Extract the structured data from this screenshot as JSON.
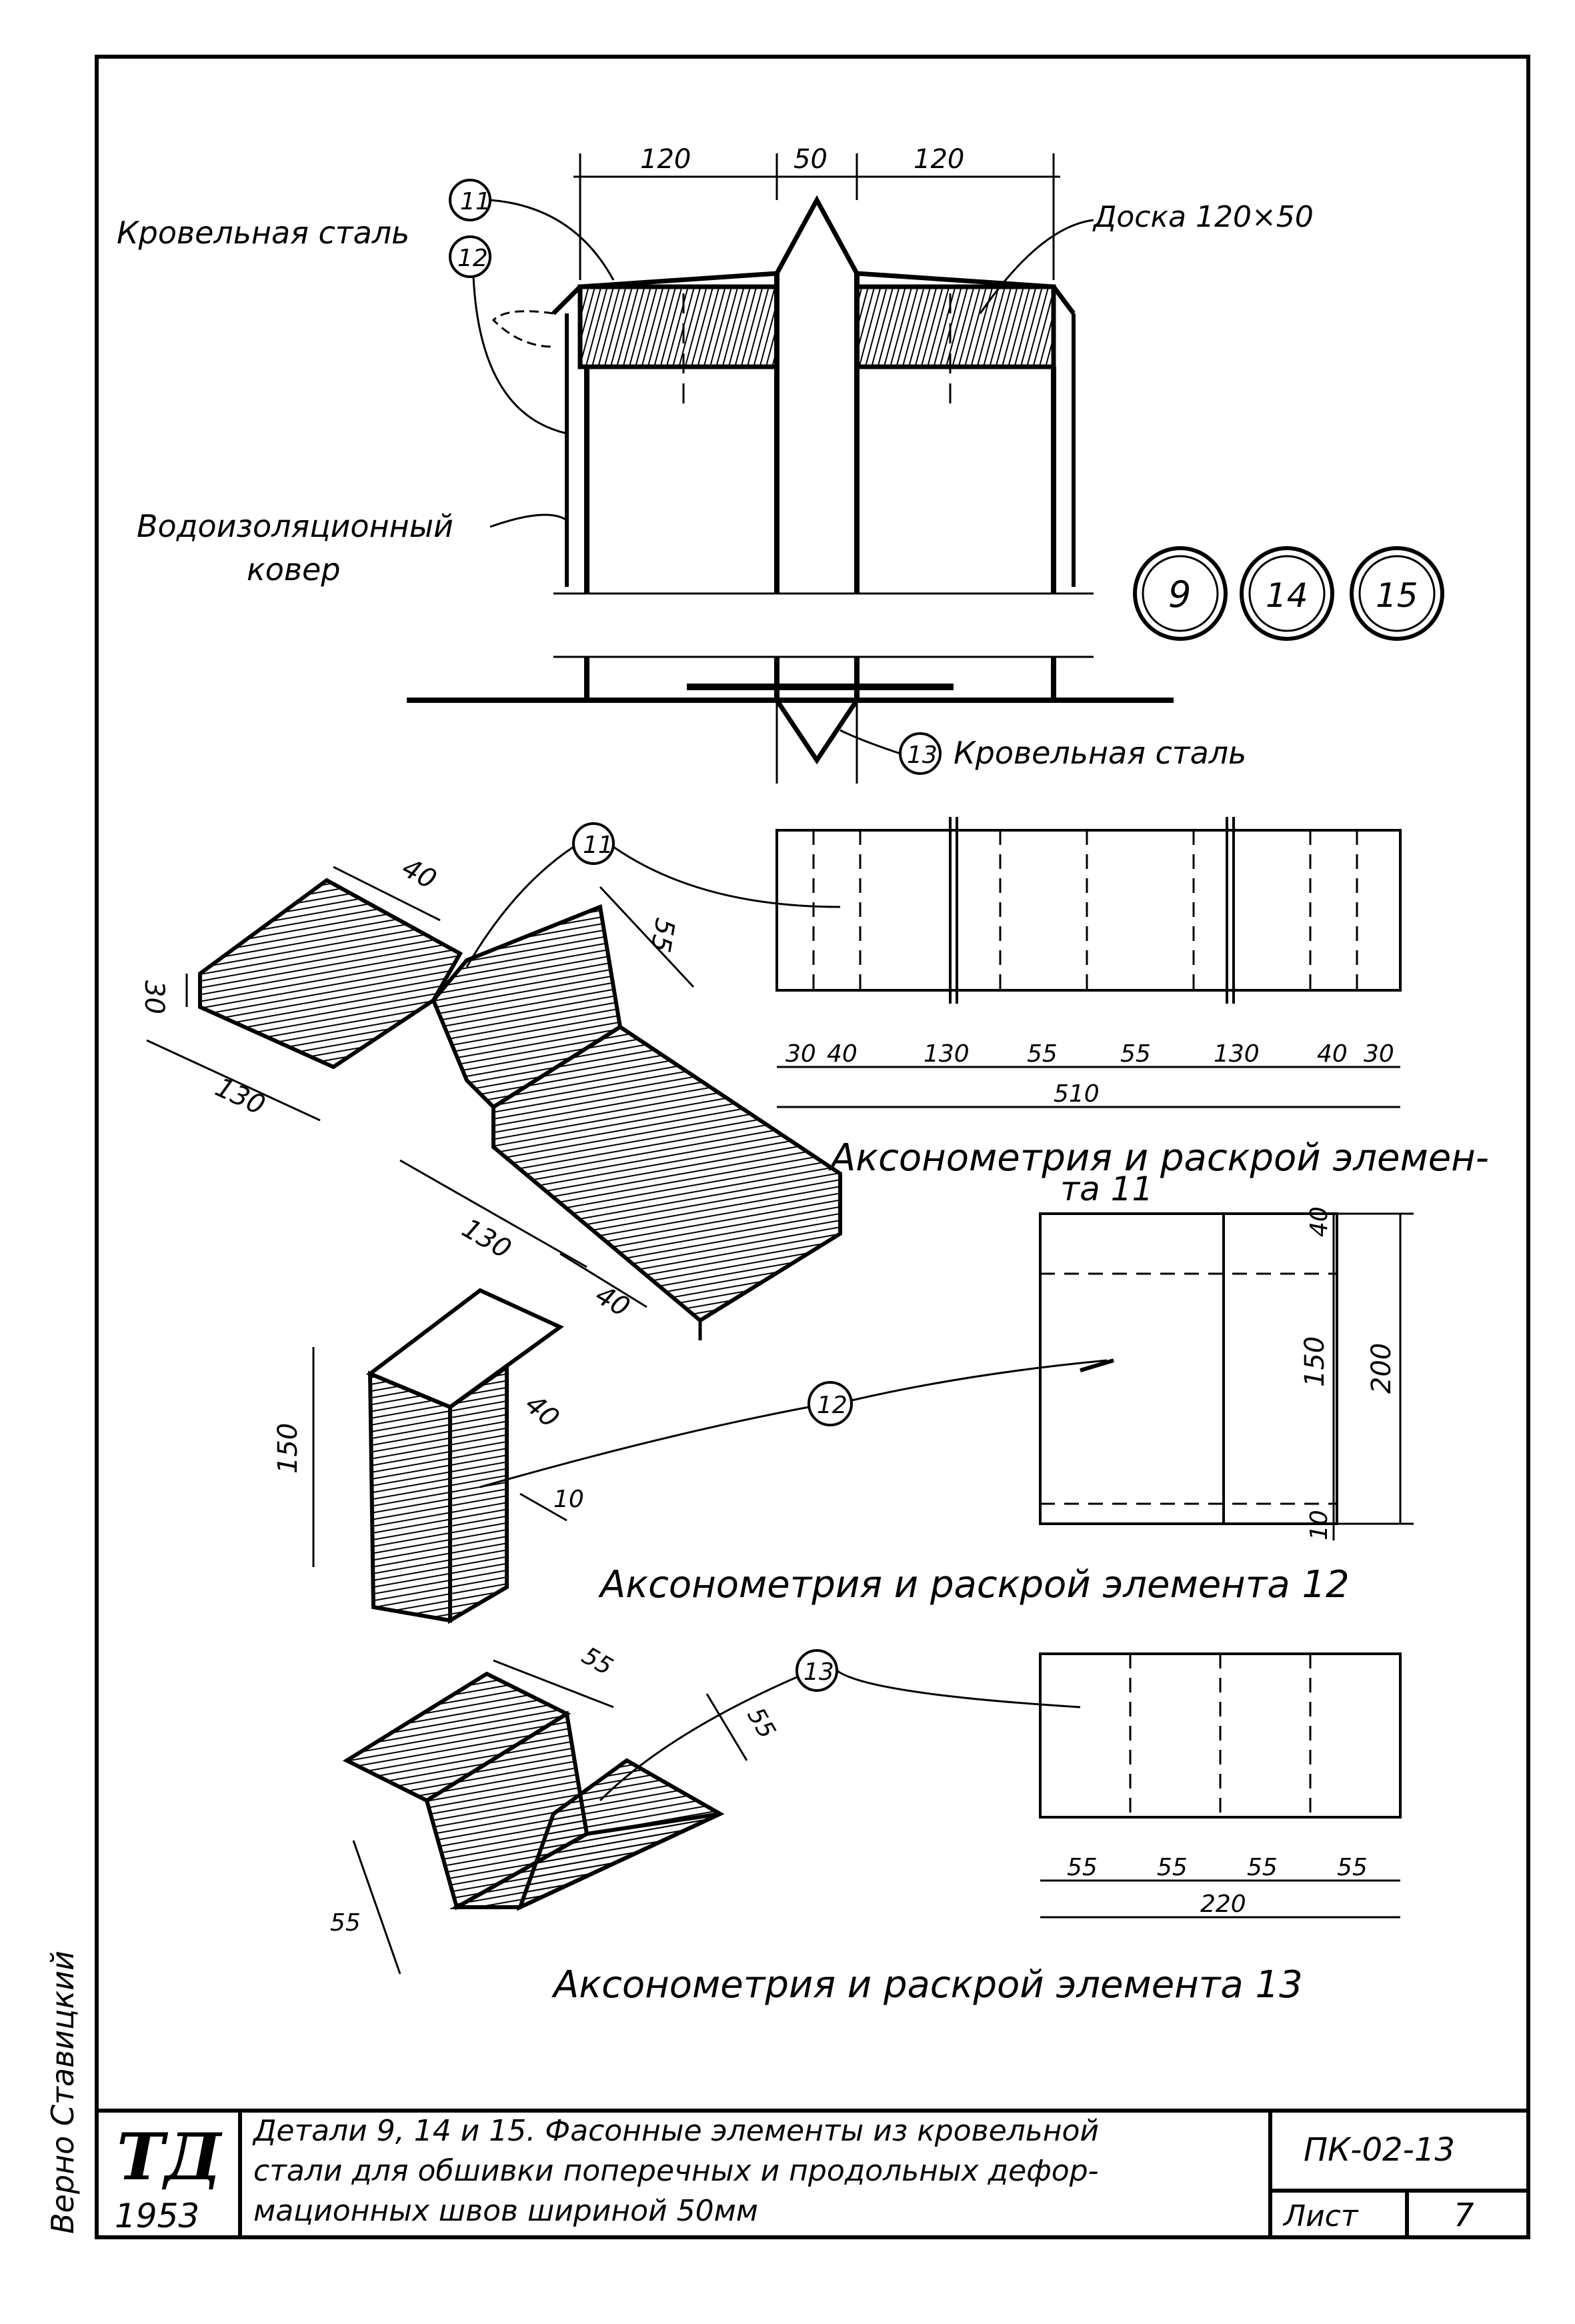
{
  "top_section": {
    "dim_left": "120",
    "dim_mid": "50",
    "dim_right": "120",
    "label_roof_steel": "Кровельная сталь",
    "label_board": "Доска 120×50",
    "label_waterproof_1": "Водоизоляционный",
    "label_waterproof_2": "ковер",
    "callout_11": "11",
    "callout_12": "12",
    "callout_13": "13",
    "label_roof_steel_13": "Кровельная сталь",
    "details": [
      "9",
      "14",
      "15"
    ]
  },
  "element_11": {
    "callout": "11",
    "axo_dims": [
      "40",
      "30",
      "130",
      "55",
      "130",
      "40"
    ],
    "cut_dims": [
      "30",
      "40",
      "130",
      "55",
      "55",
      "130",
      "40",
      "30"
    ],
    "cut_total": "510",
    "caption_1": "Аксонометрия и раскрой элемен-",
    "caption_2": "та 11"
  },
  "element_12": {
    "callout": "12",
    "axo_dims": [
      "150",
      "40",
      "10"
    ],
    "cut_dims": [
      "40",
      "150",
      "10"
    ],
    "cut_total": "200",
    "caption": "Аксонометрия и раскрой элемента 12"
  },
  "element_13": {
    "callout": "13",
    "axo_dims": [
      "55",
      "55",
      "55"
    ],
    "cut_dims": [
      "55",
      "55",
      "55",
      "55"
    ],
    "cut_total": "220",
    "caption": "Аксонометрия и раскрой элемента 13"
  },
  "side_note": "Верно       Ставицкий",
  "title_block": {
    "logo": "ТД",
    "year": "1953",
    "title_1": "Детали 9, 14 и 15. Фасонные элементы из кровельной",
    "title_2": "стали для обшивки поперечных и продольных дефор-",
    "title_3": "мационных швов шириной 50мм",
    "code": "ПК-02-13",
    "sheet_label": "Лист",
    "sheet_number": "7"
  }
}
